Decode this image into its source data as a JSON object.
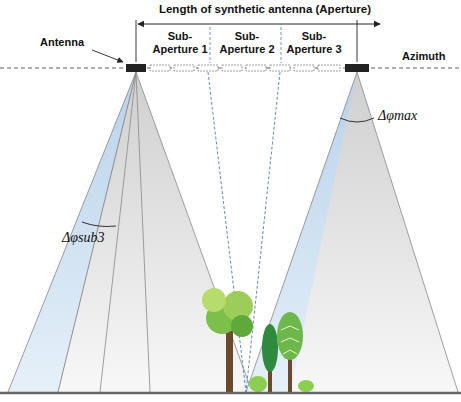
{
  "diagram": {
    "labels": [
      "Length of synthetic antenna (Aperture)",
      "Antenna",
      "Sub- Aperture 1",
      "Sub- Aperture 2",
      "Sub- Aperture 3",
      "Azimuth",
      "Δφmax",
      "Δφsub3"
    ]
  }
}
